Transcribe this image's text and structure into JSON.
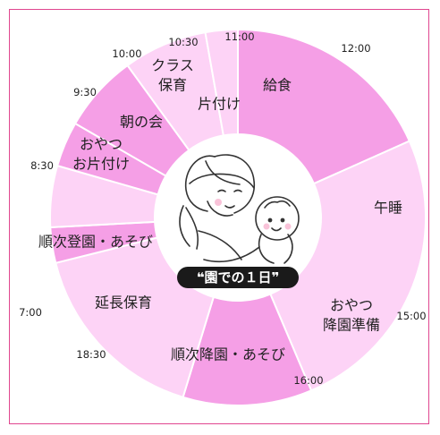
{
  "colors": {
    "frame": "#e0468f",
    "segment_dark": "#f59fe6",
    "segment_light": "#fdd3f6",
    "segment_stroke": "#ffffff",
    "title_bg": "#1a1a1a",
    "title_text": "#ffffff"
  },
  "center": {
    "illustration": "mother-holding-baby",
    "title": "❝園での１日❞"
  },
  "segments": [
    {
      "id": "kyushoku",
      "lines": [
        "給食"
      ],
      "shade": "dark"
    },
    {
      "id": "gosui",
      "lines": [
        "午睡"
      ],
      "shade": "light"
    },
    {
      "id": "oyatsu-koen",
      "lines": [
        "おやつ",
        "降園準備"
      ],
      "shade": "dark"
    },
    {
      "id": "junji-koen",
      "lines": [
        "順次降園・あそび"
      ],
      "shade": "light"
    },
    {
      "id": "encho-hoiku",
      "lines": [
        "延長保育"
      ],
      "shade": "dark"
    },
    {
      "id": "junji-toen",
      "lines": [
        "順次登園・あそび"
      ],
      "shade": "light"
    },
    {
      "id": "oyatsu-katazuke",
      "lines": [
        "おやつ",
        "お片付け"
      ],
      "shade": "dark"
    },
    {
      "id": "asa-no-kai",
      "lines": [
        "朝の会"
      ],
      "shade": "dark"
    },
    {
      "id": "class-hoiku",
      "lines": [
        "クラス",
        "保育"
      ],
      "shade": "light"
    },
    {
      "id": "katazuke",
      "lines": [
        "片付け"
      ],
      "shade": "light"
    }
  ],
  "times": [
    "11:00",
    "12:00",
    "15:00",
    "16:00",
    "18:30",
    "7:00",
    "8:30",
    "9:30",
    "10:00",
    "10:30"
  ]
}
